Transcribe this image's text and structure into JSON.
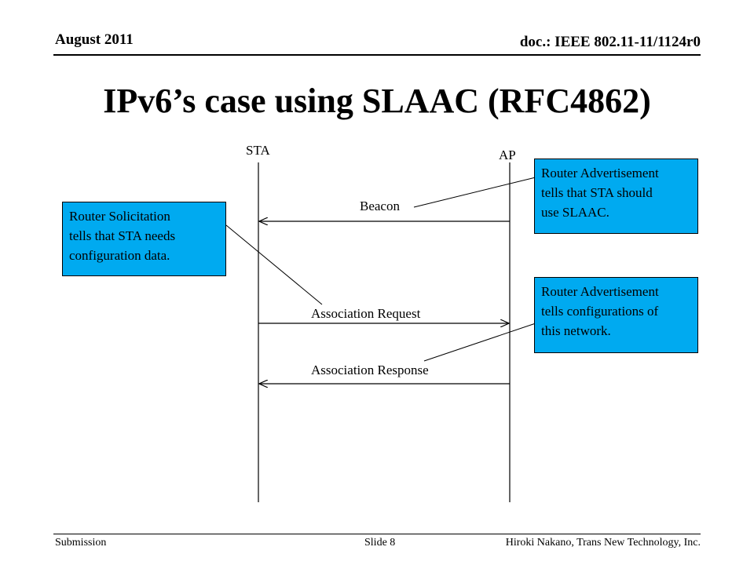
{
  "header": {
    "date": "August 2011",
    "doc": "doc.: IEEE 802.11-11/1124r0"
  },
  "title": "IPv6’s case using SLAAC (RFC4862)",
  "diagram": {
    "participants": {
      "sta": "STA",
      "ap": "AP"
    },
    "messages": {
      "beacon": "Beacon",
      "assoc_request": "Association Request",
      "assoc_response": "Association Response"
    },
    "notes": {
      "router_solicitation": [
        "Router Solicitation",
        "tells that STA needs",
        "configuration data."
      ],
      "router_adv_slaac": [
        "Router Advertisement",
        "tells that STA should",
        "use SLAAC."
      ],
      "router_adv_config": [
        "Router Advertisement",
        "tells configurations of",
        "this network."
      ]
    },
    "colors": {
      "note_fill": "#00aaf0",
      "line": "#000000"
    }
  },
  "footer": {
    "left": "Submission",
    "center": "Slide 8",
    "right": "Hiroki Nakano, Trans New Technology, Inc."
  }
}
